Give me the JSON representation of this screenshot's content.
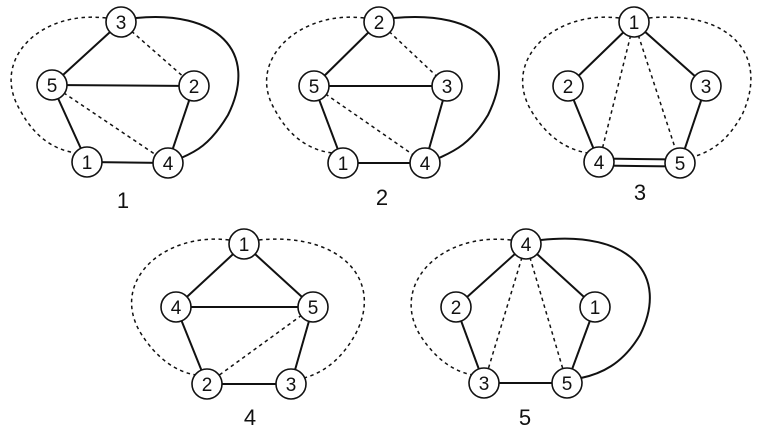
{
  "panels": [
    {
      "caption": "1",
      "nodes": [
        {
          "id": "a",
          "label": "3"
        },
        {
          "id": "b",
          "label": "5"
        },
        {
          "id": "c",
          "label": "2"
        },
        {
          "id": "d",
          "label": "1"
        },
        {
          "id": "e",
          "label": "4"
        }
      ],
      "edges": [
        {
          "from": "a",
          "to": "b",
          "style": "solid"
        },
        {
          "from": "a",
          "to": "c",
          "style": "dashed"
        },
        {
          "from": "b",
          "to": "c",
          "style": "solid"
        },
        {
          "from": "b",
          "to": "d",
          "style": "solid"
        },
        {
          "from": "b",
          "to": "e",
          "style": "dashed"
        },
        {
          "from": "c",
          "to": "e",
          "style": "solid"
        },
        {
          "from": "d",
          "to": "e",
          "style": "solid"
        },
        {
          "from": "a",
          "to": "d",
          "style": "dashed",
          "curve": "outer-left"
        },
        {
          "from": "a",
          "to": "e",
          "style": "solid",
          "curve": "outer-right"
        }
      ]
    },
    {
      "caption": "2",
      "nodes": [
        {
          "id": "a",
          "label": "2"
        },
        {
          "id": "b",
          "label": "5"
        },
        {
          "id": "c",
          "label": "3"
        },
        {
          "id": "d",
          "label": "1"
        },
        {
          "id": "e",
          "label": "4"
        }
      ],
      "edges": [
        {
          "from": "a",
          "to": "b",
          "style": "solid"
        },
        {
          "from": "a",
          "to": "c",
          "style": "dashed"
        },
        {
          "from": "b",
          "to": "c",
          "style": "solid"
        },
        {
          "from": "b",
          "to": "d",
          "style": "solid"
        },
        {
          "from": "b",
          "to": "e",
          "style": "dashed"
        },
        {
          "from": "c",
          "to": "e",
          "style": "solid"
        },
        {
          "from": "d",
          "to": "e",
          "style": "solid"
        },
        {
          "from": "a",
          "to": "d",
          "style": "dashed",
          "curve": "outer-left"
        },
        {
          "from": "a",
          "to": "e",
          "style": "solid",
          "curve": "outer-right"
        }
      ]
    },
    {
      "caption": "3",
      "nodes": [
        {
          "id": "a",
          "label": "1"
        },
        {
          "id": "b",
          "label": "2"
        },
        {
          "id": "c",
          "label": "3"
        },
        {
          "id": "d",
          "label": "4"
        },
        {
          "id": "e",
          "label": "5"
        }
      ],
      "edges": [
        {
          "from": "a",
          "to": "b",
          "style": "solid"
        },
        {
          "from": "a",
          "to": "c",
          "style": "solid"
        },
        {
          "from": "a",
          "to": "d",
          "style": "dashed"
        },
        {
          "from": "a",
          "to": "e",
          "style": "dashed"
        },
        {
          "from": "b",
          "to": "d",
          "style": "solid"
        },
        {
          "from": "c",
          "to": "e",
          "style": "solid"
        },
        {
          "from": "d",
          "to": "e",
          "style": "double"
        },
        {
          "from": "a",
          "to": "d",
          "style": "dashed",
          "curve": "outer-left"
        },
        {
          "from": "a",
          "to": "e",
          "style": "dashed",
          "curve": "outer-right"
        }
      ]
    },
    {
      "caption": "4",
      "nodes": [
        {
          "id": "a",
          "label": "1"
        },
        {
          "id": "b",
          "label": "4"
        },
        {
          "id": "c",
          "label": "5"
        },
        {
          "id": "d",
          "label": "2"
        },
        {
          "id": "e",
          "label": "3"
        }
      ],
      "edges": [
        {
          "from": "a",
          "to": "b",
          "style": "solid"
        },
        {
          "from": "a",
          "to": "c",
          "style": "solid"
        },
        {
          "from": "b",
          "to": "c",
          "style": "solid"
        },
        {
          "from": "b",
          "to": "d",
          "style": "solid"
        },
        {
          "from": "c",
          "to": "d",
          "style": "dashed"
        },
        {
          "from": "c",
          "to": "e",
          "style": "solid"
        },
        {
          "from": "d",
          "to": "e",
          "style": "solid"
        },
        {
          "from": "a",
          "to": "d",
          "style": "dashed",
          "curve": "outer-left"
        },
        {
          "from": "a",
          "to": "e",
          "style": "dashed",
          "curve": "outer-right"
        }
      ]
    },
    {
      "caption": "5",
      "nodes": [
        {
          "id": "a",
          "label": "4"
        },
        {
          "id": "b",
          "label": "2"
        },
        {
          "id": "c",
          "label": "1"
        },
        {
          "id": "d",
          "label": "3"
        },
        {
          "id": "e",
          "label": "5"
        }
      ],
      "edges": [
        {
          "from": "a",
          "to": "b",
          "style": "solid"
        },
        {
          "from": "a",
          "to": "c",
          "style": "solid"
        },
        {
          "from": "a",
          "to": "d",
          "style": "dashed"
        },
        {
          "from": "a",
          "to": "e",
          "style": "dashed"
        },
        {
          "from": "b",
          "to": "d",
          "style": "solid"
        },
        {
          "from": "c",
          "to": "e",
          "style": "solid"
        },
        {
          "from": "d",
          "to": "e",
          "style": "solid"
        },
        {
          "from": "a",
          "to": "d",
          "style": "dashed",
          "curve": "outer-left"
        },
        {
          "from": "a",
          "to": "e",
          "style": "solid",
          "curve": "outer-right"
        }
      ]
    }
  ]
}
